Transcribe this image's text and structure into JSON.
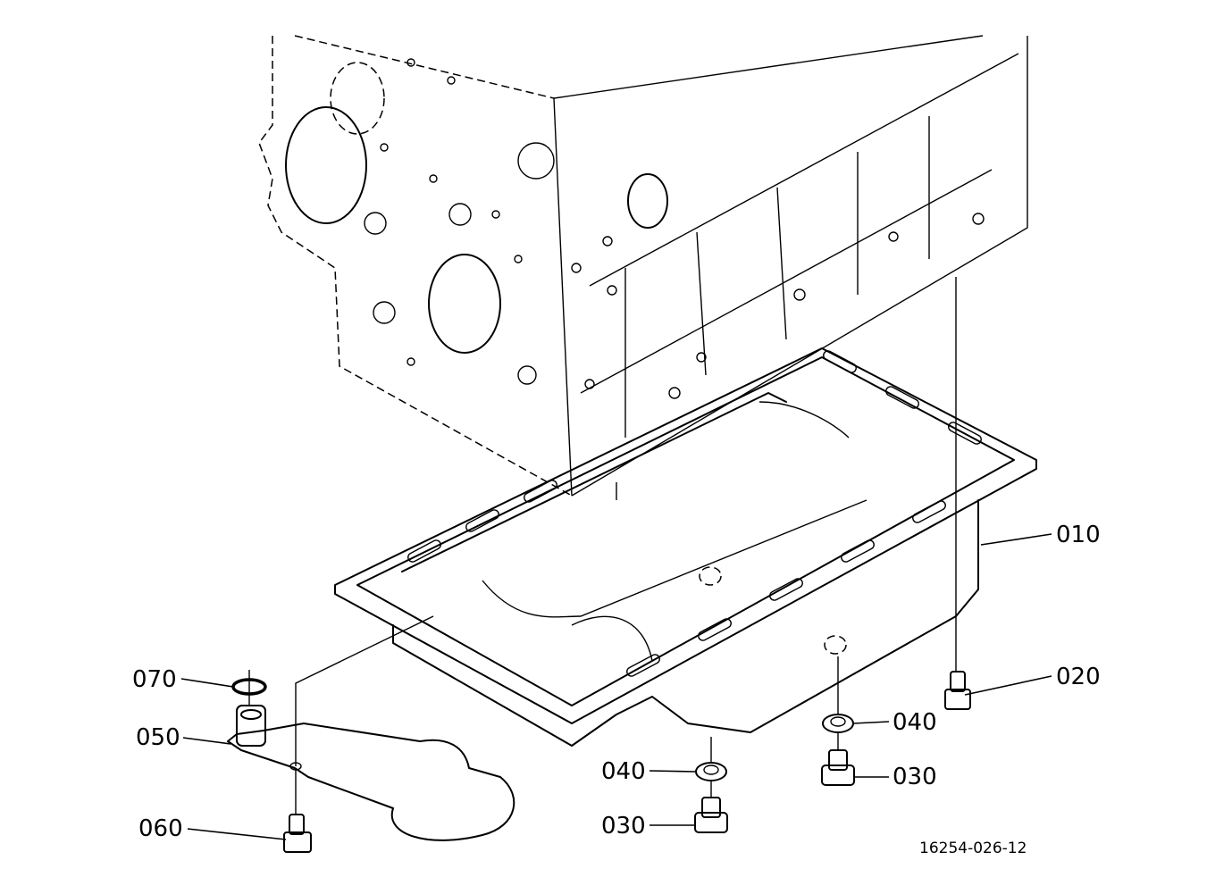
{
  "diagram": {
    "type": "exploded-parts-diagram",
    "subject": "engine block with oil pan assembly",
    "reference_number": "16254-026-12",
    "callouts": [
      {
        "id": "010",
        "text": "010",
        "part": "oil-pan"
      },
      {
        "id": "020",
        "text": "020",
        "part": "pan-bolt"
      },
      {
        "id": "040a",
        "text": "040",
        "part": "drain-plug-washer-right"
      },
      {
        "id": "030a",
        "text": "030",
        "part": "drain-plug-right"
      },
      {
        "id": "070",
        "text": "070",
        "part": "o-ring"
      },
      {
        "id": "050",
        "text": "050",
        "part": "oil-strainer"
      },
      {
        "id": "060",
        "text": "060",
        "part": "strainer-bolt"
      },
      {
        "id": "040b",
        "text": "040",
        "part": "drain-plug-washer-left"
      },
      {
        "id": "030b",
        "text": "030",
        "part": "drain-plug-left"
      }
    ]
  }
}
